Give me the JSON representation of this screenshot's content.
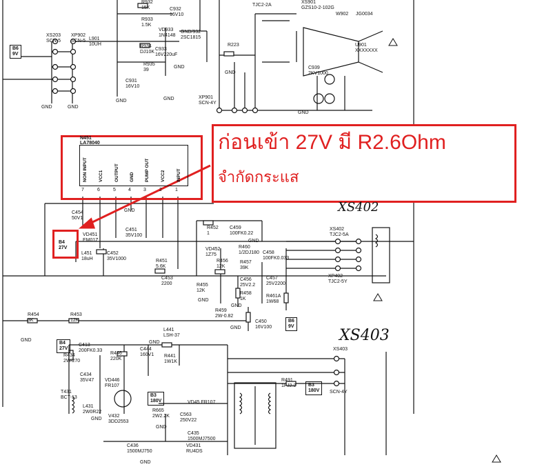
{
  "highlight_color": "#e02020",
  "annotation": {
    "text_line1": "ก่อนเข้า 27V มี R2.6Ohm",
    "text_line2": "จำกัดกระแส"
  },
  "handwritten": {
    "xs402": "XS402",
    "xs403": "XS403"
  },
  "ic": {
    "ref": "N451",
    "part": "LA78040",
    "pins": [
      "NON INPUT",
      "VCC1",
      "OUTPUT",
      "GND",
      "PUMP OUT",
      "VCC2",
      "INPUT"
    ],
    "pin_numbers": [
      "7",
      "6",
      "5",
      "4",
      "3",
      "2",
      "1"
    ]
  },
  "labels": {
    "r932": "R932\n15K",
    "c932": "C932\n16V10",
    "r933": "R933\n1.5K",
    "vd933": "VD933\n1N4148",
    "v932": "GND/932\n2SC1815",
    "r934": "R934\nDJ10K",
    "c933": "C933\n16V220uF",
    "r935": "R935\n39",
    "c931": "C931\n16V10",
    "xs203": "XS203\nSCN-5",
    "xp902": "XP902\nSCN-5",
    "l901": "L901\n10UH",
    "b6_top": "B6\n9V",
    "r223": "R223",
    "xs901": "XS901\nGZS10-2-102G",
    "w902": "W902",
    "jg0034": "JG0034",
    "u901": "U901\nXXXXXXX",
    "tjc": "TJC2-2A",
    "c939": "C939\n2KV1000",
    "xp901": "XP901\nSCN-4Y",
    "c454": "C454\n50V1",
    "b4_mid": "B4\n27V",
    "vd451": "VD451\nEM01Z",
    "l451": "L451\n18uH",
    "c452": "C452\n35V1000",
    "c451": "C451\n35V100",
    "r452": "R452\n1",
    "c459": "C459\n100FK0.22",
    "vd452": "VD452\n1Z75",
    "r460": "R460\n1/2DJ180",
    "c458": "C458\n100FK0.033",
    "xs402_lbl": "XS402\nTJC2-5A",
    "xp402": "XP402\nTJC2-5Y",
    "r451": "R451\n5.6K",
    "c453": "C453\n2200",
    "r455": "R455\n12K",
    "r456": "R456\n12K",
    "r457": "R457\n39K",
    "c456": "C456\n25V2.2",
    "c457": "C457\n25V2200",
    "r458": "R458\n1K",
    "r461a": "R461A\n1W68",
    "r454": "R454\n3K",
    "r453": "R453\n12K",
    "r459": "R459\n2W-0.82",
    "c450": "C450\n16V100",
    "b6_mid": "B6\n9V",
    "b4_low": "B4\n27V",
    "c413": "C413\n200FK0.33",
    "r434": "R434\n2W/270",
    "l441": "L441\nLSH-37",
    "r446": "R446\n220K",
    "c444": "C444\n160V1",
    "r441": "R441\n1W1K",
    "c434": "C434\n35V47",
    "vd446": "VD446\nFR107",
    "t431": "T431\nBCT-13",
    "l431": "L431\n2W0R22",
    "v432": "V432\n3DD2553",
    "b3_low": "B3\n180V",
    "r665": "R665\n2W2.2K",
    "vd45": "VD45 FR107",
    "c563": "C563\n250V22",
    "c435": "C435\n1500MJ7500",
    "c436": "C436\n1500MJ750",
    "vd431": "VD431\nRU4DS",
    "xs403_lbl": "XS403",
    "r491": "R491\n1FJ2.2",
    "b3_right": "B3\n180V",
    "scn4y": "SCN-4Y",
    "gnd": "GND"
  }
}
